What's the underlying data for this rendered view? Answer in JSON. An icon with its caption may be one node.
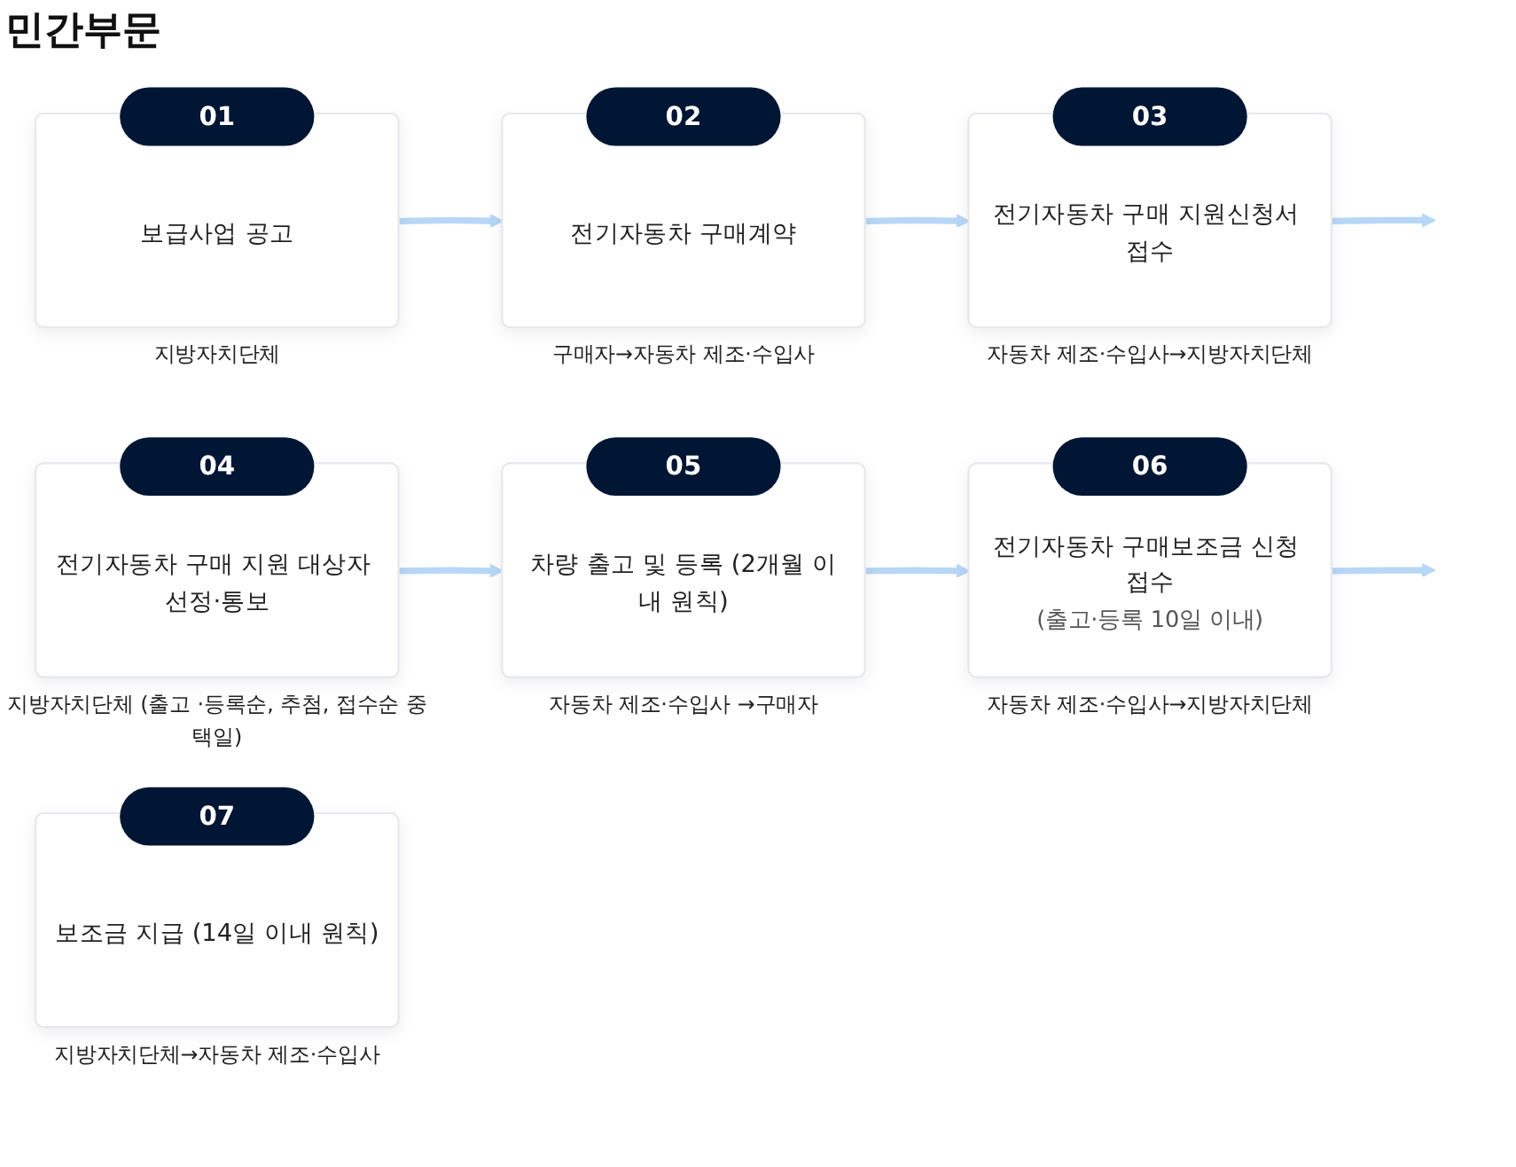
{
  "diagram": {
    "title": "민간부문",
    "nodes": [
      {
        "text": [
          "01",
          "보급사업 공고"
        ],
        "beside": [
          "지방자치단체"
        ]
      },
      {
        "text": [
          "02",
          "전기자동차 구매계약"
        ],
        "beside": [
          "구매자→자동차 제조·수입사"
        ]
      },
      {
        "text": [
          "03",
          "전기자동차 구매 지원신청서 접수"
        ],
        "beside": [
          "자동차 제조·수입사→지방자치단체"
        ]
      },
      {
        "text": [
          "04",
          "전기자동차 구매 지원 대상자 선정·통보"
        ],
        "beside": [
          "지방자치단체 (출고 ·등록순, 추첨, 접수순 중 택일)"
        ]
      },
      {
        "text": [
          "05",
          "차량 출고 및 등록 (2개월 이내 원칙)"
        ],
        "beside": [
          "자동차 제조·수입사 →구매자"
        ]
      },
      {
        "text": [
          "06",
          "전기자동차 구매보조금 신청 접수",
          "(출고·등록 10일 이내)"
        ],
        "beside": [
          "자동차 제조·수입사→지방자치단체"
        ]
      },
      {
        "text": [
          "07",
          "보조금 지급 (14일 이내 원칙)"
        ],
        "beside": [
          "지방자치단체→자동차 제조·수입사"
        ]
      }
    ],
    "edges": [
      {
        "from": 0,
        "to": 1,
        "arrow": "to"
      },
      {
        "from": 1,
        "to": 2,
        "arrow": "to"
      },
      {
        "from": 2,
        "to": null,
        "arrow": "to"
      },
      {
        "from": 3,
        "to": 4,
        "arrow": "to"
      },
      {
        "from": 4,
        "to": 5,
        "arrow": "to"
      },
      {
        "from": 5,
        "to": null,
        "arrow": "to"
      }
    ]
  }
}
